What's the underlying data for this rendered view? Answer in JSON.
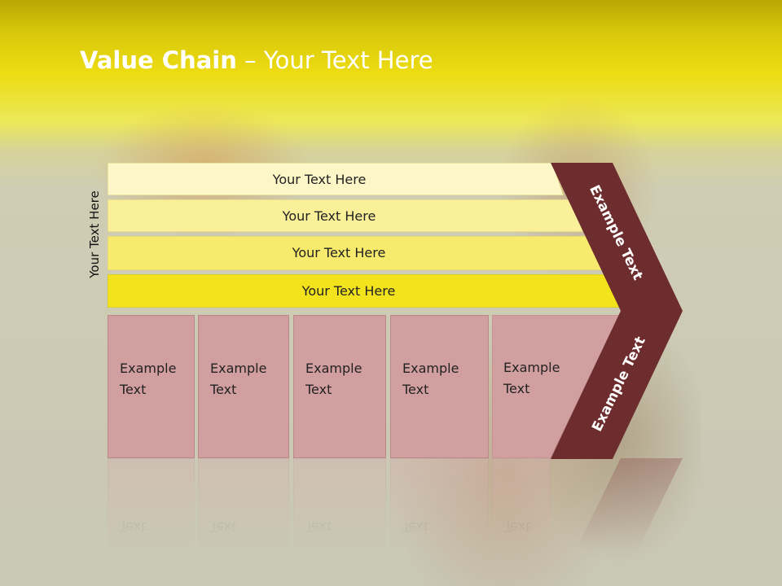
{
  "slide": {
    "title_bold": "Value Chain",
    "title_rest": " – Your Text Here",
    "side_label": "Your Text Here",
    "bands": [
      "Your Text Here",
      "Your Text Here",
      "Your Text Here",
      "Your Text Here"
    ],
    "band_colors": [
      "#fdf7c8",
      "#faf09a",
      "#f7ea6c",
      "#f2e31c"
    ],
    "boxes": [
      "Example Text",
      "Example Text",
      "Example Text",
      "Example Text",
      "Example Text"
    ],
    "box_color": "#d29fa0",
    "chevron_color": "#6d2c2e",
    "chevron_top_text": "Example Text",
    "chevron_bottom_text": "Example Text"
  }
}
